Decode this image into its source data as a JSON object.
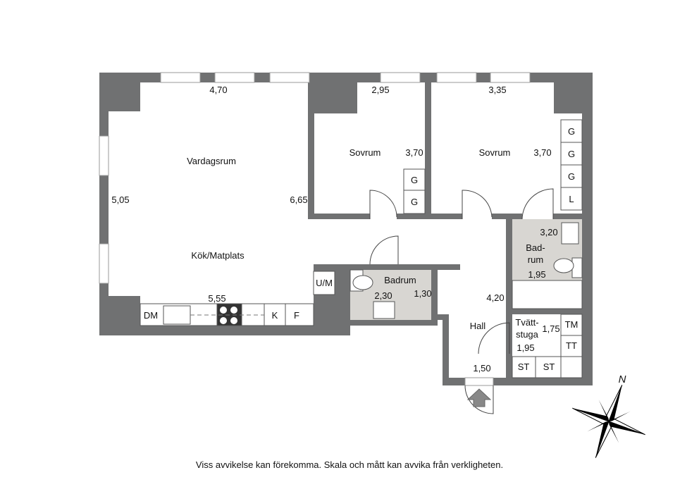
{
  "rooms": {
    "vardagsrum": "Vardagsrum",
    "kok": "Kök/Matplats",
    "sovrum1": "Sovrum",
    "sovrum2": "Sovrum",
    "badrum_small": "Badrum",
    "badrum_large_1": "Bad-",
    "badrum_large_2": "rum",
    "hall": "Hall",
    "tvatt_1": "Tvätt-",
    "tvatt_2": "stuga"
  },
  "dimensions": {
    "d_470": "4,70",
    "d_295": "2,95",
    "d_335": "3,35",
    "d_370a": "3,70",
    "d_370b": "3,70",
    "d_505": "5,05",
    "d_665": "6,65",
    "d_555": "5,55",
    "d_230": "2,30",
    "d_130": "1,30",
    "d_420": "4,20",
    "d_320": "3,20",
    "d_195a": "1,95",
    "d_175": "1,75",
    "d_195b": "1,95",
    "d_150": "1,50"
  },
  "fixtures": {
    "g": "G",
    "l": "L",
    "um": "U/M",
    "dm": "DM",
    "k": "K",
    "f": "F",
    "tm": "TM",
    "tt": "TT",
    "st": "ST"
  },
  "compass": {
    "north": "N"
  },
  "disclaimer": "Viss avvikelse kan förekomma. Skala och mått kan avvika från verkligheten."
}
